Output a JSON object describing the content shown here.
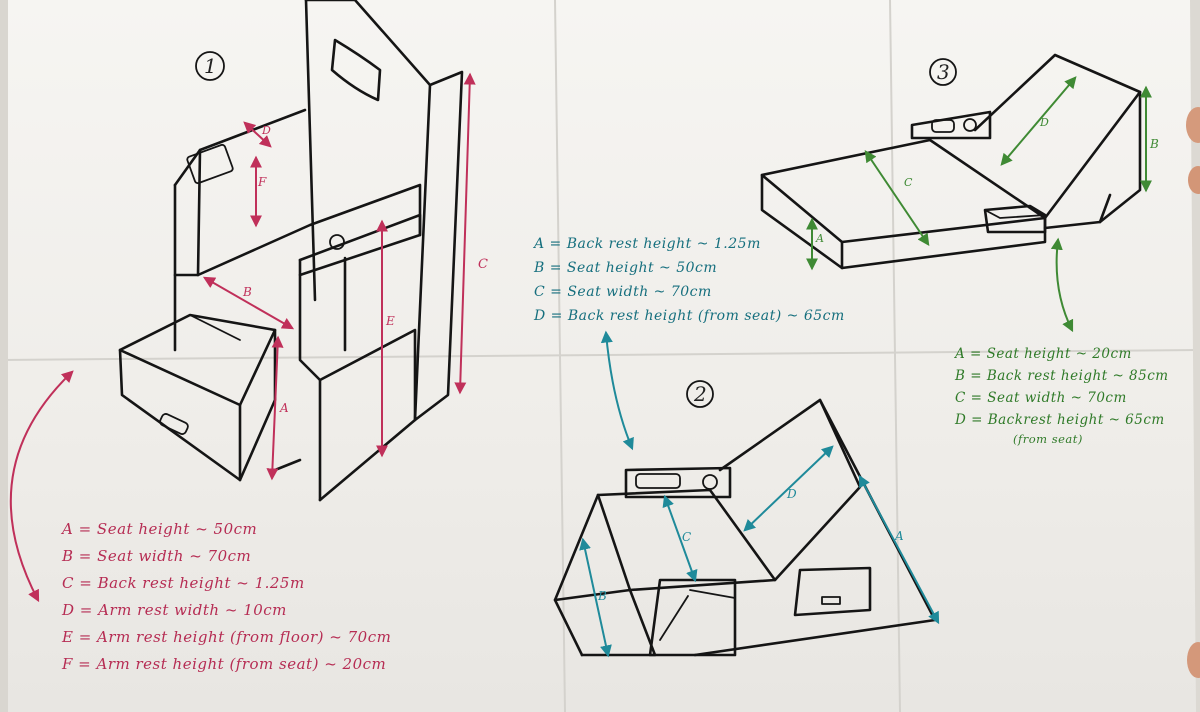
{
  "diagram_numbers": {
    "design_1": "1",
    "design_2": "2",
    "design_3": "3"
  },
  "markers": {
    "a": "A",
    "b": "B",
    "c": "C",
    "d": "D",
    "e": "E",
    "f": "F"
  },
  "legend_1": [
    "A = Seat height ~ 50cm",
    "B = Seat width ~ 70cm",
    "C = Back rest height ~ 1.25m",
    "D = Arm rest width ~ 10cm",
    "E = Arm rest height (from floor) ~ 70cm",
    "F = Arm rest height (from seat) ~ 20cm"
  ],
  "legend_2": [
    "A = Back rest height ~ 1.25m",
    "B = Seat height ~ 50cm",
    "C = Seat width ~ 70cm",
    "D = Back rest height (from seat) ~ 65cm"
  ],
  "legend_3": [
    "A = Seat height ~ 20cm",
    "B = Back rest height ~ 85cm",
    "C = Seat width ~ 70cm",
    "D = Backrest height ~ 65cm"
  ],
  "legend_3_note": "(from seat)",
  "colors": {
    "design_1_annotations": "#c0305a",
    "design_2_annotations": "#1f8a9a",
    "design_3_annotations": "#3f8a34",
    "ink": "#151515",
    "paper": "#f3f2ef"
  }
}
